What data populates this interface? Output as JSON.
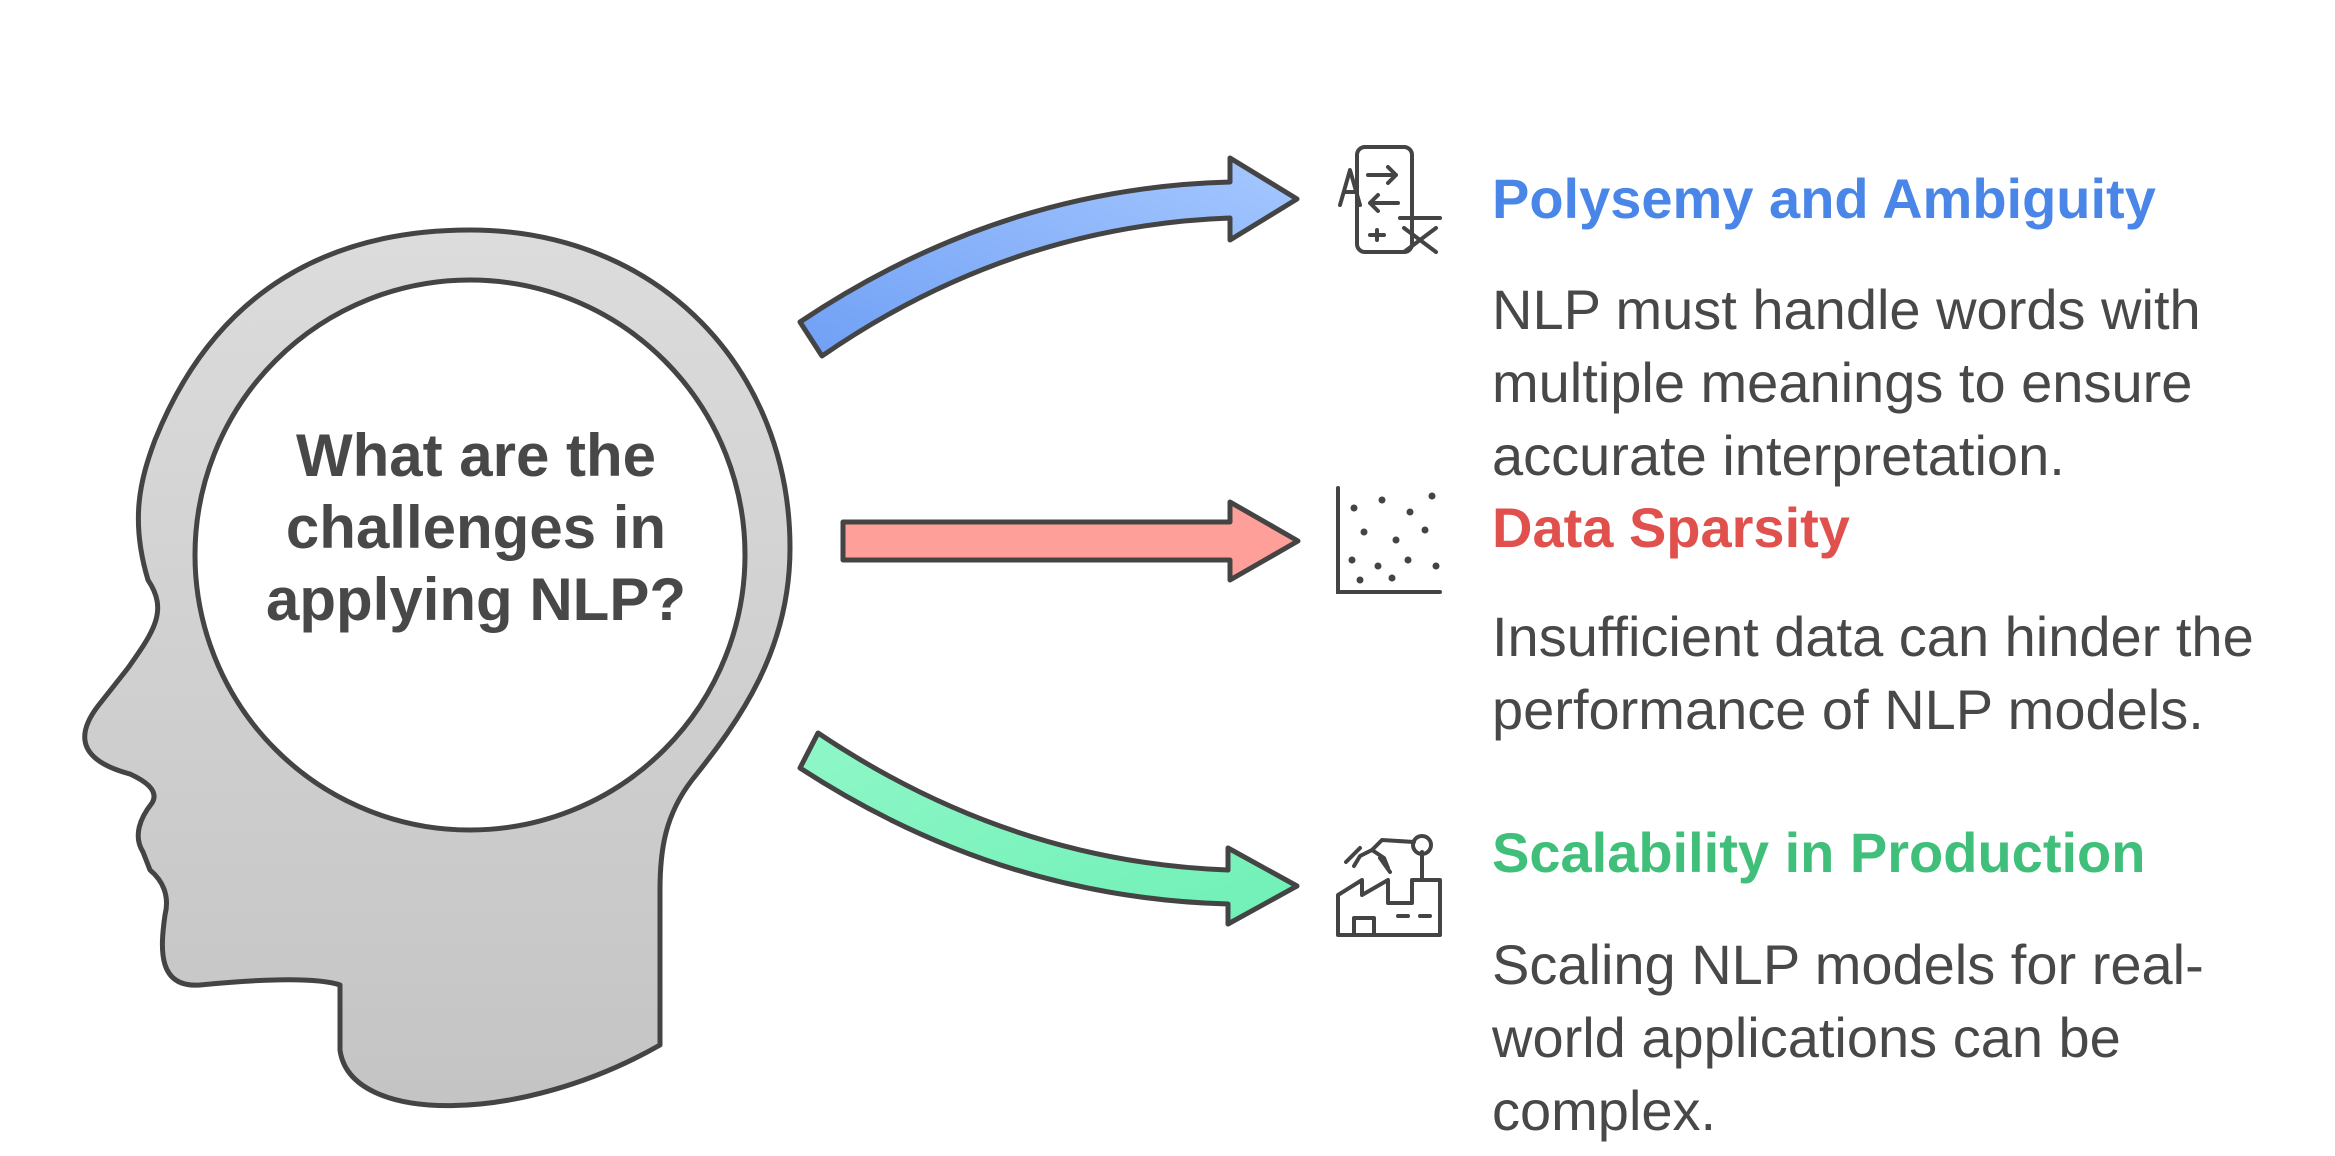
{
  "question": "What are the challenges in applying NLP?",
  "challenges": [
    {
      "title": "Polysemy and Ambiguity",
      "description": "NLP must handle words with multiple meanings to ensure accurate interpretation.",
      "icon": "translate-icon",
      "color": "#4a86e8"
    },
    {
      "title": "Data Sparsity",
      "description": "Insufficient data can hinder the performance of NLP models.",
      "icon": "scatter-plot-icon",
      "color": "#e0514e"
    },
    {
      "title": "Scalability in Production",
      "description": "Scaling NLP models for real-world applications can be complex.",
      "icon": "factory-robot-arm-icon",
      "color": "#3fbf7a"
    }
  ],
  "colors": {
    "outline": "#444444",
    "head_fill": "#cfcfcf",
    "arrow_blue": "#8ab7fb",
    "arrow_red": "#ff9f9a",
    "arrow_green": "#7ff5c0"
  }
}
